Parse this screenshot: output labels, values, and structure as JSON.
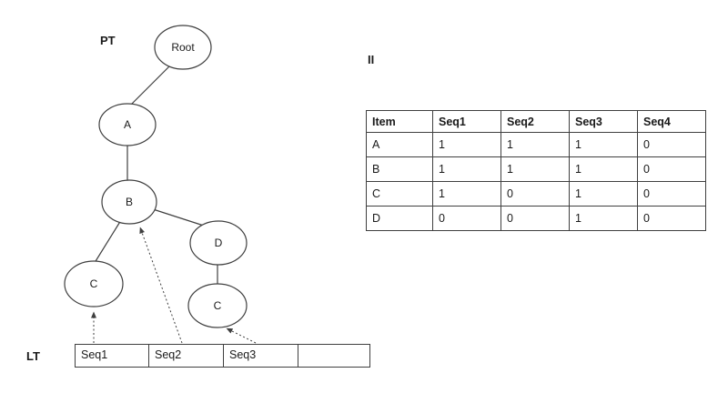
{
  "labels": {
    "tree": "PT",
    "inverted_index": "II",
    "linked_table": "LT"
  },
  "tree": {
    "nodes": [
      {
        "id": "root",
        "label": "Root"
      },
      {
        "id": "a",
        "label": "A"
      },
      {
        "id": "b",
        "label": "B"
      },
      {
        "id": "c1",
        "label": "C"
      },
      {
        "id": "d",
        "label": "D"
      },
      {
        "id": "c2",
        "label": "C"
      }
    ],
    "edges": [
      "root-a",
      "a-b",
      "b-c1",
      "b-d",
      "d-c2"
    ],
    "pointers": [
      "seq1-to-c1",
      "seq2-to-b",
      "seq3-to-c2"
    ]
  },
  "lt_table": {
    "cells": [
      "Seq1",
      "Seq2",
      "Seq3",
      ""
    ]
  },
  "ii_table": {
    "headers": [
      "Item",
      "Seq1",
      "Seq2",
      "Seq3",
      "Seq4"
    ],
    "rows": [
      [
        "A",
        "1",
        "1",
        "1",
        "0"
      ],
      [
        "B",
        "1",
        "1",
        "1",
        "0"
      ],
      [
        "C",
        "1",
        "0",
        "1",
        "0"
      ],
      [
        "D",
        "0",
        "0",
        "1",
        "0"
      ]
    ]
  },
  "colors": {
    "line": "#3f3f3f",
    "text": "#1a1a1a",
    "background": "#ffffff"
  }
}
